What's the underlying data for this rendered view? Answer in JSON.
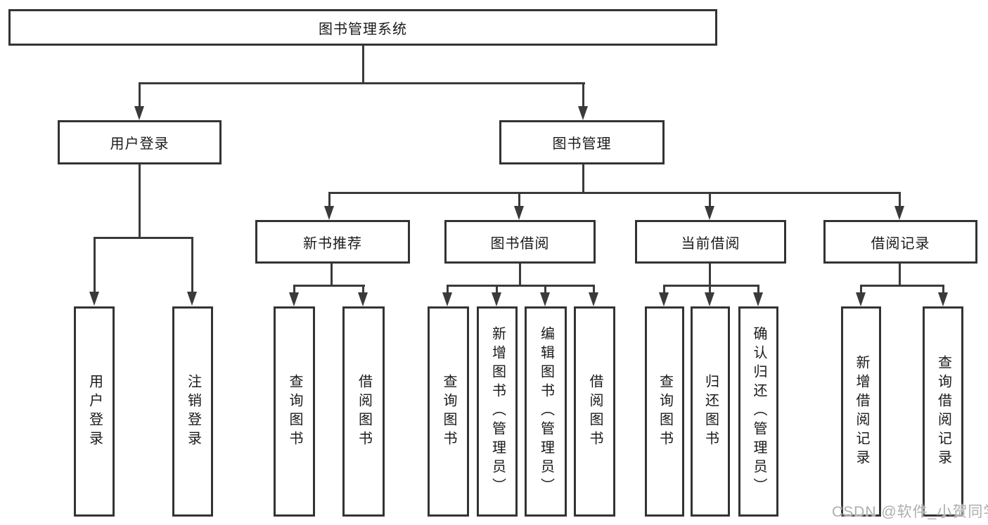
{
  "diagram": {
    "type": "tree",
    "root": {
      "label": "图书管理系统",
      "children": [
        {
          "label": "用户登录",
          "children": [
            {
              "label": "用户登录"
            },
            {
              "label": "注销登录"
            }
          ]
        },
        {
          "label": "图书管理",
          "children": [
            {
              "label": "新书推荐",
              "children": [
                {
                  "label": "查询图书"
                },
                {
                  "label": "借阅图书"
                }
              ]
            },
            {
              "label": "图书借阅",
              "children": [
                {
                  "label": "查询图书"
                },
                {
                  "label": "新增图书（管理员）"
                },
                {
                  "label": "编辑图书（管理员）"
                },
                {
                  "label": "借阅图书"
                }
              ]
            },
            {
              "label": "当前借阅",
              "children": [
                {
                  "label": "查询图书"
                },
                {
                  "label": "归还图书"
                },
                {
                  "label": "确认归还（管理员）"
                }
              ]
            },
            {
              "label": "借阅记录",
              "children": [
                {
                  "label": "新增借阅记录"
                },
                {
                  "label": "查询借阅记录"
                }
              ]
            }
          ]
        }
      ]
    },
    "watermark": "CSDN @软件_小贺同学"
  },
  "colors": {
    "line": "#3a3a3a",
    "box_border": "#333333",
    "text": "#1a1a1a",
    "watermark": "#aeaeae",
    "background": "#ffffff"
  }
}
